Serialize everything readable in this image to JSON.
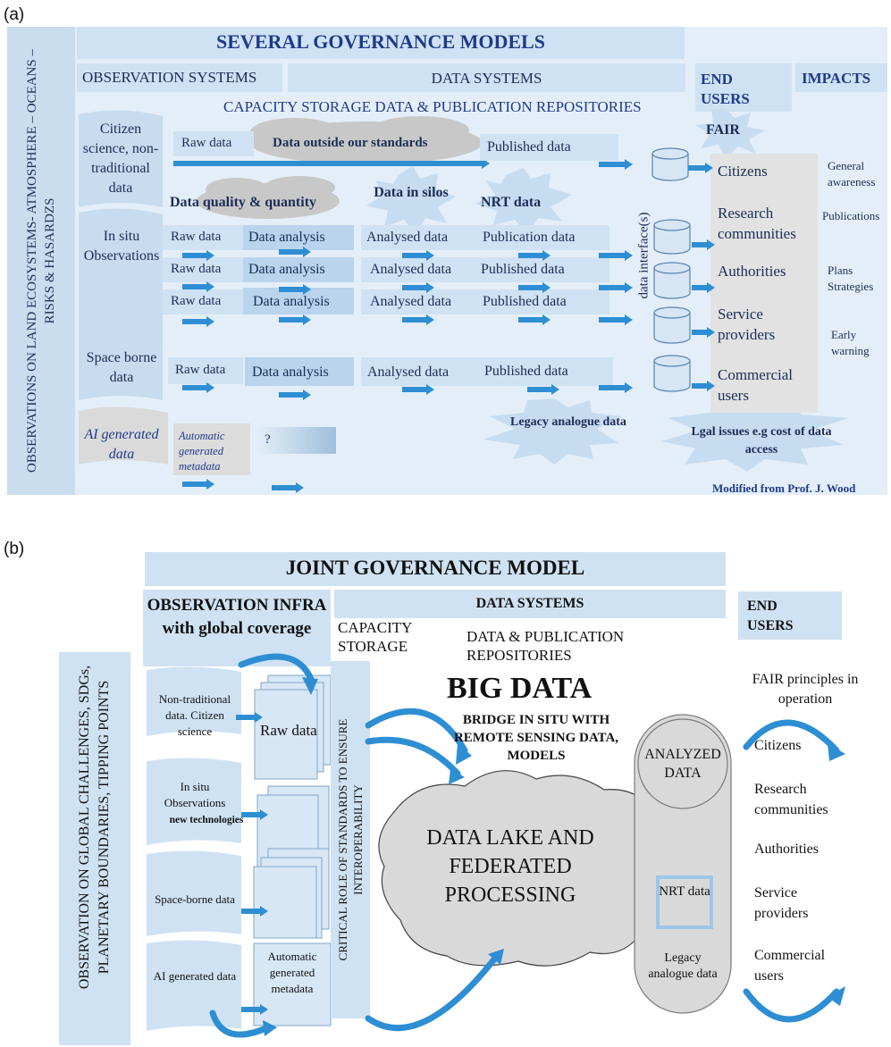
{
  "panel_a": {
    "label": "(a)",
    "title": "SEVERAL GOVERNANCE MODELS",
    "side_label": "OBSERVATIONS ON LAND ECOSYSTEMS- ATMOSPHERE – OCEANS – RISKS & HASARDZS",
    "headers": {
      "observation": "OBSERVATION SYSTEMS",
      "data": "DATA SYSTEMS",
      "end_users": "END USERS",
      "impacts": "IMPACTS",
      "capacity": "CAPACITY STORAGE  DATA & PUBLICATION REPOSITORIES"
    },
    "sources": [
      "Citizen science, non-traditional data",
      "In situ Observations",
      "Space borne data",
      "AI generated data"
    ],
    "clouds": {
      "outside": "Data outside our standards",
      "quality": "Data quality & quantity"
    },
    "bursts": {
      "silos": "Data in silos",
      "nrt": "NRT  data",
      "fair": "FAIR",
      "legacy": "Legacy analogue data",
      "legal": "Lgal issues e.g cost of data access"
    },
    "cells": {
      "raw": "Raw data",
      "analysis": "Data analysis",
      "analysed": "Analysed data",
      "published": "Published data",
      "publication": "Publication data",
      "automatic": "Automatic generated metadata",
      "question": "?"
    },
    "interface": "data interface(s)",
    "users": [
      "Citizens",
      "Research communities",
      "Authorities",
      "Service providers",
      "Commercial users"
    ],
    "impacts": [
      "General awareness",
      "Publications",
      "Plans Strategies",
      "Early warning"
    ],
    "credit": "Modified from Prof. J. Wood"
  },
  "panel_b": {
    "label": "(b)",
    "title": "JOINT GOVERNANCE MODEL",
    "obs_infra": "OBSERVATION INFRA with global coverage",
    "data_systems": "DATA SYSTEMS",
    "end_users": "END USERS",
    "capacity": "CAPACITY STORAGE",
    "repos": "DATA & PUBLICATION REPOSITORIES",
    "side_label": "OBSERVATION ON GLOBAL CHALLENGES, SDGs, PLANETARY BOUNDARIES, TIPPING POINTS",
    "sources": {
      "nontrad": "Non-traditional data. Citizen science",
      "insitu": "In situ Observations",
      "newtech": "new technologies",
      "space": "Space-borne data",
      "ai": "AI generated data"
    },
    "raw": "Raw data",
    "automatic": "Automatic generated metadata",
    "standards": "CRITICAL ROLE OF STANDARDS TO ENSURE INTEROPERABILITY",
    "big_data": "BIG DATA",
    "bridge": "BRIDGE IN SITU WITH REMOTE SENSING DATA, MODELS",
    "lake": "DATA LAKE AND FEDERATED PROCESSING",
    "analyzed": "ANALYZED DATA",
    "nrt": "NRT data",
    "legacy": "Legacy analogue data",
    "fair": "FAIR principles in operation",
    "users": [
      "Citizens",
      "Research communities",
      "Authorities",
      "Service providers",
      "Commercial users"
    ]
  }
}
